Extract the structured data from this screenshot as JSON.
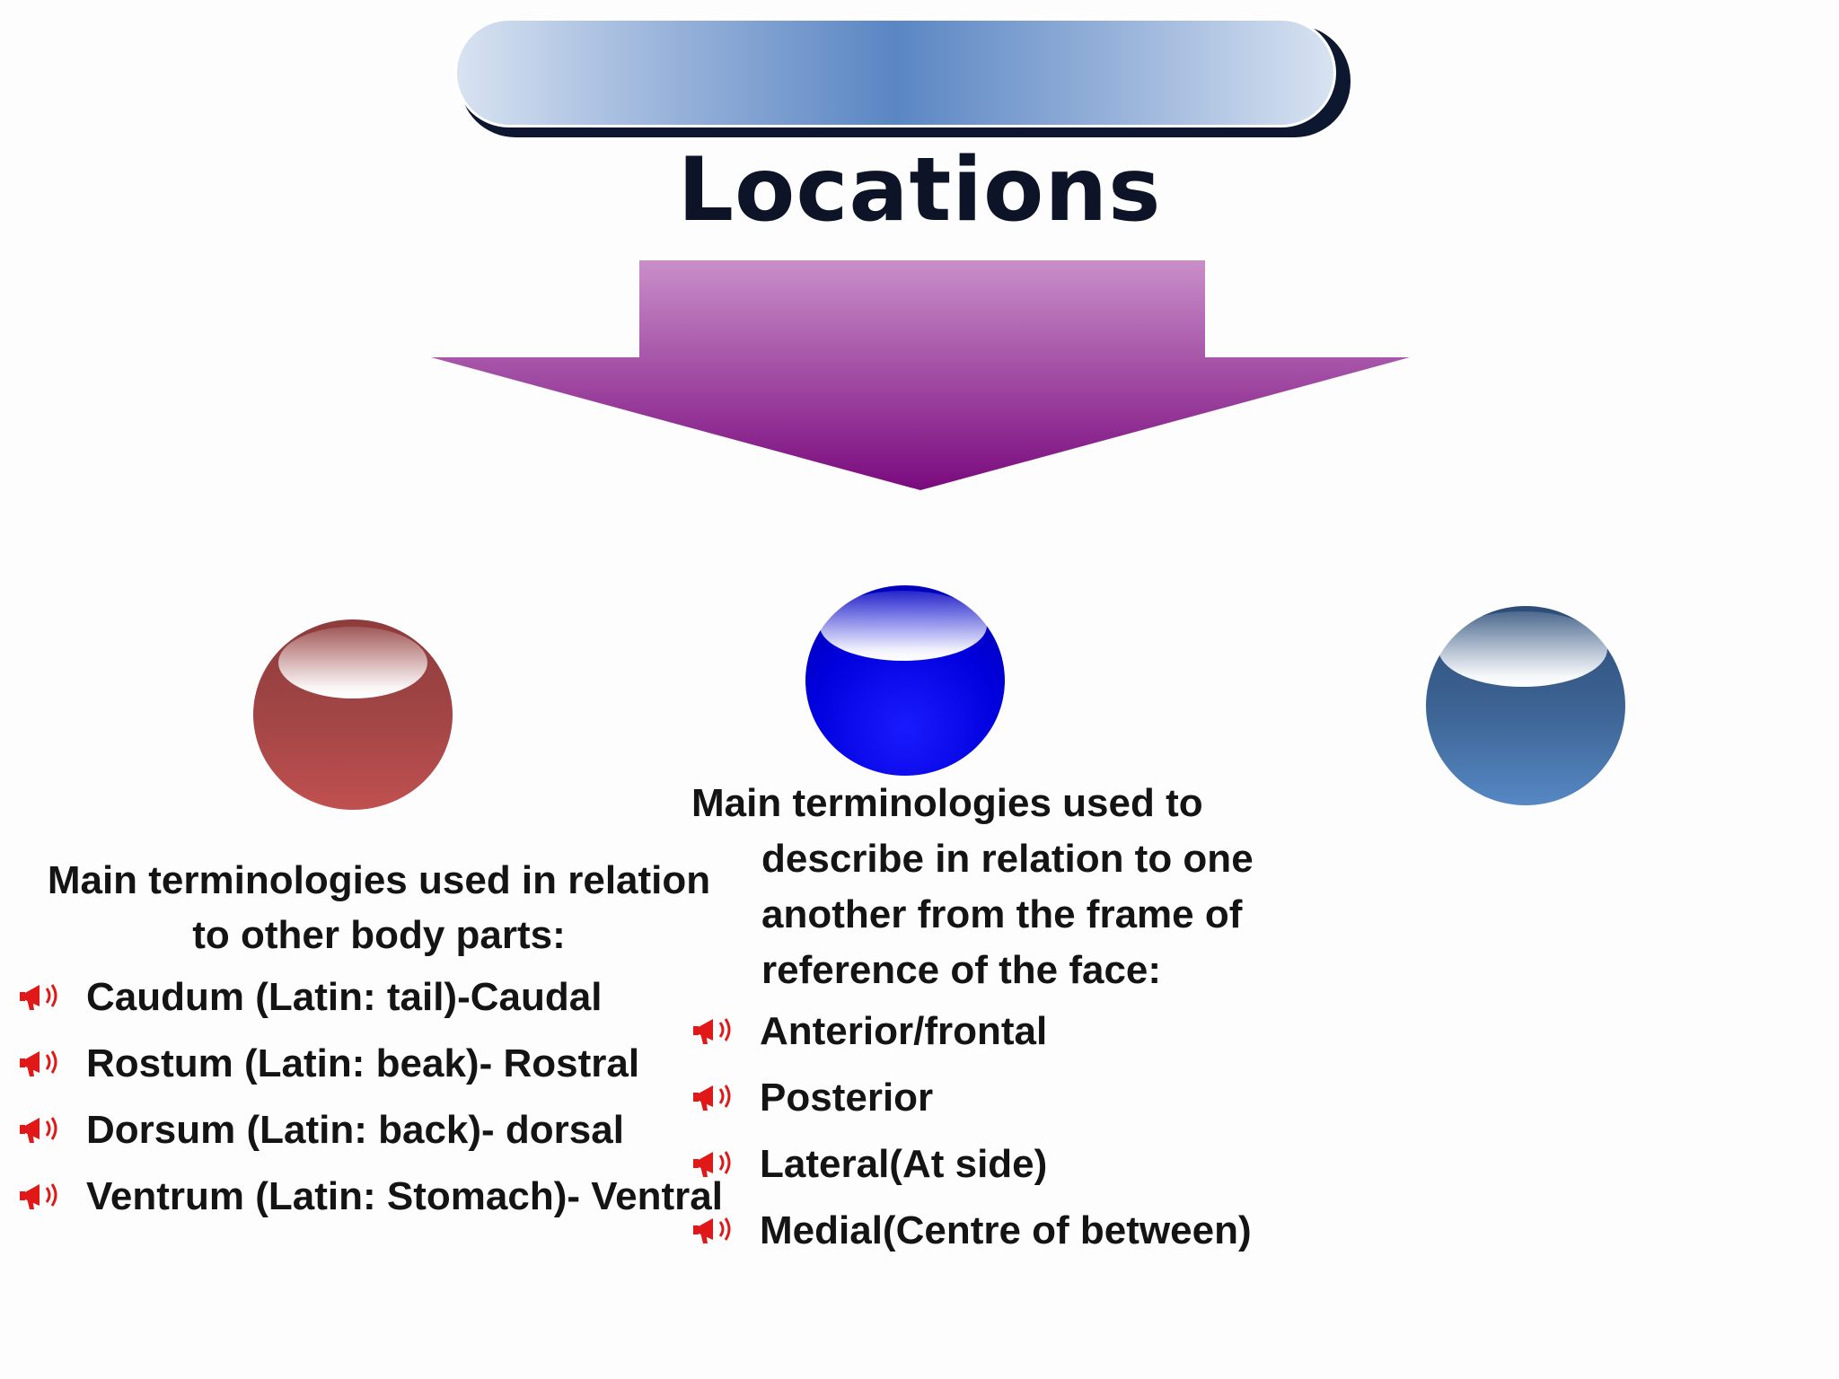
{
  "slide": {
    "title": "Locations",
    "left_column": {
      "heading": "Main terminologies used in relation to other body parts:",
      "items": [
        "Caudum (Latin: tail)-Caudal",
        "Rostum (Latin: beak)- Rostral",
        "Dorsum (Latin: back)- dorsal",
        "Ventrum (Latin: Stomach)- Ventral"
      ]
    },
    "middle_column": {
      "heading_lines": [
        "Main terminologies used to",
        "describe in relation to one",
        "another from the frame of",
        "reference of the face:"
      ],
      "items": [
        "Anterior/frontal",
        "Posterior",
        "Lateral(At side)",
        "Medial(Centre of between)"
      ]
    },
    "bullet_icon": "megaphone-icon",
    "colors": {
      "title": "#0d1428",
      "arrow_top": "#c98fc9",
      "arrow_bottom": "#7a0a7e",
      "orb_red": "#a44646",
      "orb_blue": "#0000dd",
      "orb_steel": "#3e6596",
      "bullet_icon": "#e01818"
    }
  }
}
